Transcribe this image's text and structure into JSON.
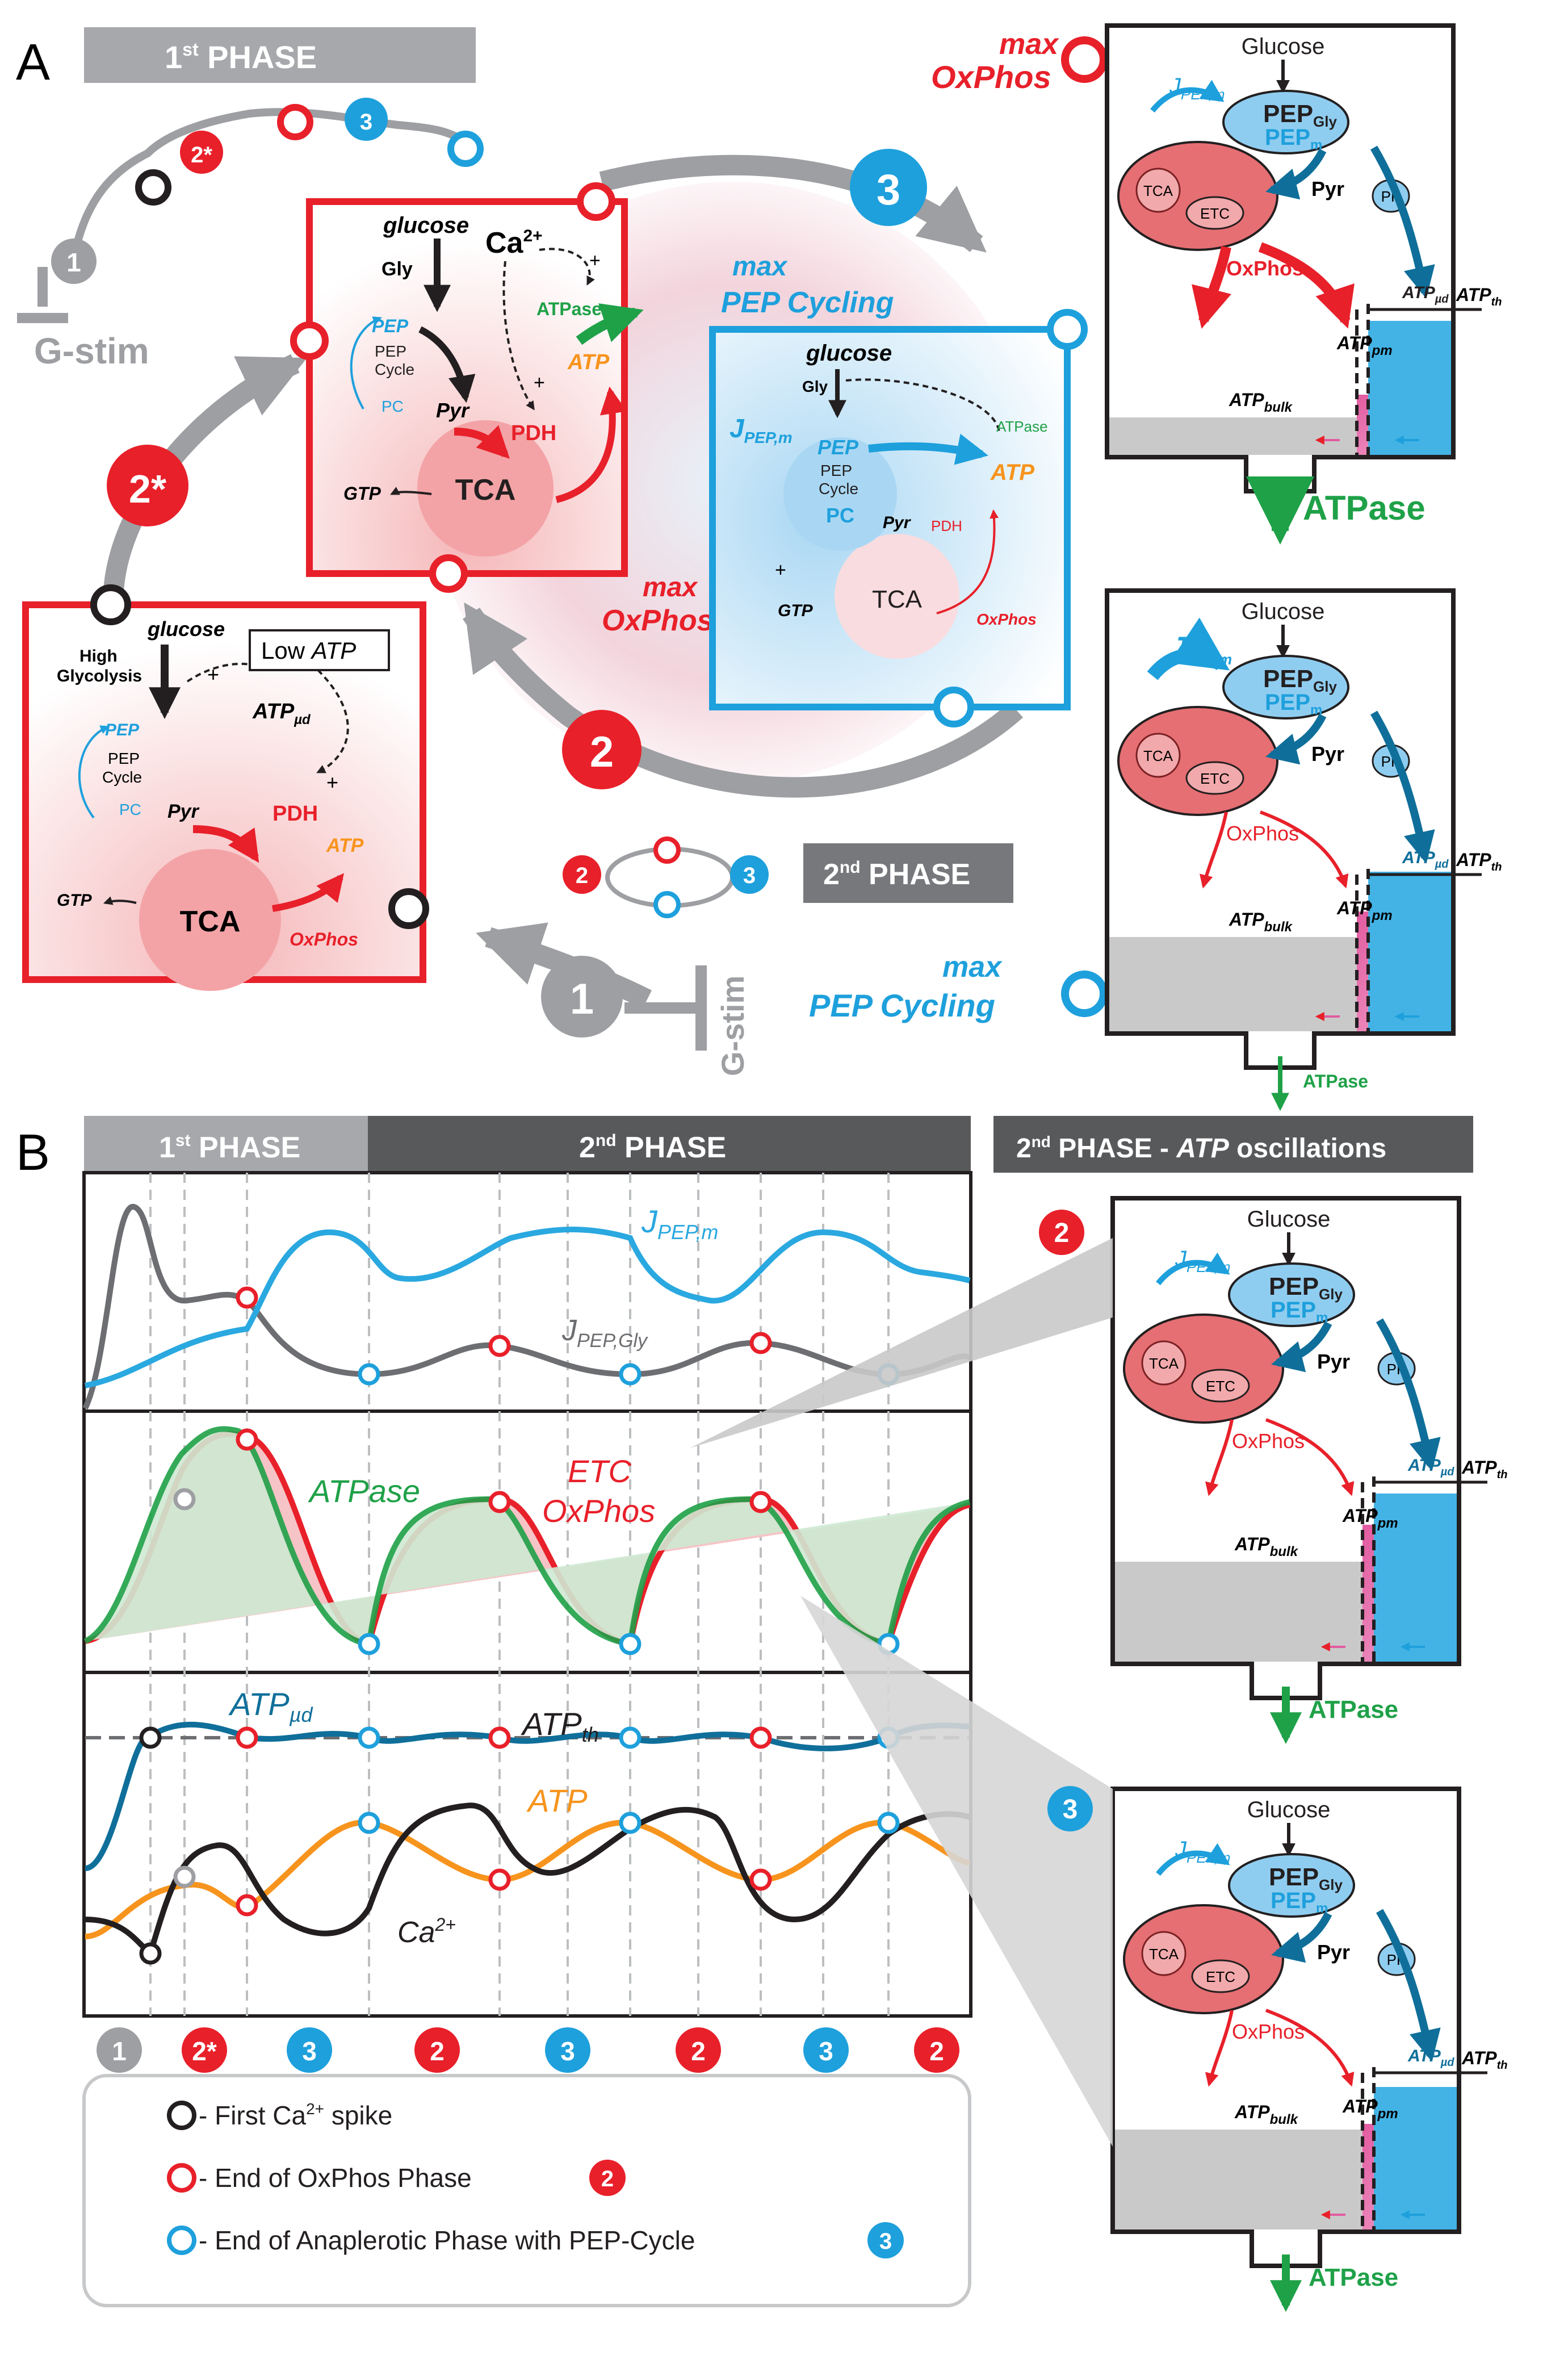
{
  "panel_labels": {
    "a": "A",
    "b": "B"
  },
  "phases": {
    "first": {
      "base": "1",
      "sup": "st",
      "rest": " PHASE"
    },
    "second": {
      "base": "2",
      "sup": "nd",
      "rest": " PHASE"
    },
    "second_osc_prefix": "2",
    "second_osc_sup": "nd",
    "second_osc_mid": " PHASE - ",
    "second_osc_atp": "ATP",
    "second_osc_suffix": " oscillations"
  },
  "state_badges": {
    "one": "1",
    "two_star": "2*",
    "two": "2",
    "three": "3"
  },
  "labels": {
    "g_stim": "G-stim",
    "max": "max",
    "oxphos": "OxPhos",
    "pep_cycling": "PEP Cycling",
    "glucose_lc": "glucose",
    "glucose": "Glucose",
    "high_glycolysis_1": "High",
    "high_glycolysis_2": "Glycolysis",
    "low": "Low",
    "atp": "ATP",
    "atp_ud": "ATP",
    "ud": "µd",
    "th": "th",
    "pm": "pm",
    "bulk": "bulk",
    "pep": "PEP",
    "pep_cycle_1": "PEP",
    "pep_cycle_2": "Cycle",
    "pc": "PC",
    "pyr": "Pyr",
    "pdh": "PDH",
    "gtp": "GTP",
    "tca": "TCA",
    "etc": "ETC",
    "gly": "Gly",
    "ca": "Ca",
    "ca_sup": "2+",
    "atpase": "ATPase",
    "pk": "PK",
    "j": "J",
    "pep_m_sub": "PEP,m",
    "pep_gly_sub": "PEP,Gly",
    "m": "m",
    "gly_sub": "Gly",
    "plus": "+",
    "etc_oxphos_1": "ETC",
    "etc_oxphos_2": "OxPhos"
  },
  "legend": [
    {
      "color": "#231f20",
      "pre": " - First Ca",
      "sup": "2+",
      "post": " spike",
      "badge": ""
    },
    {
      "color": "#e8202a",
      "pre": " - End of OxPhos Phase",
      "sup": "",
      "post": "",
      "badge": "2"
    },
    {
      "color": "#1ea0dc",
      "pre": " - End of Anaplerotic Phase with PEP-Cycle",
      "sup": "",
      "post": "",
      "badge": "3"
    }
  ],
  "chart_data": [
    {
      "type": "line",
      "title": "",
      "series": [
        {
          "name": "J PEP,m",
          "color": "#2aa8e0"
        },
        {
          "name": "J PEP,Gly",
          "color": "#6d6e71"
        }
      ]
    },
    {
      "type": "area",
      "title": "",
      "series": [
        {
          "name": "ATPase",
          "color": "#1fa148"
        },
        {
          "name": "ETC OxPhos",
          "color": "#e8202a"
        }
      ]
    },
    {
      "type": "line",
      "title": "",
      "series": [
        {
          "name": "ATP µd",
          "color": "#0f6f9a"
        },
        {
          "name": "ATP th",
          "color": "#6d6e71"
        },
        {
          "name": "ATP",
          "color": "#f7941d"
        },
        {
          "name": "Ca 2+",
          "color": "#231f20"
        }
      ]
    }
  ],
  "timeline": [
    "1",
    "2*",
    "3",
    "2",
    "3",
    "2",
    "3",
    "2"
  ],
  "colors": {
    "red": "#e8202a",
    "blue": "#1ea0dc",
    "green": "#1fa148",
    "orange": "#f7941d",
    "gray": "#9d9fa2",
    "dark": "#231f20",
    "darkblue": "#0f6f9a",
    "pink": "#e25ba0"
  }
}
